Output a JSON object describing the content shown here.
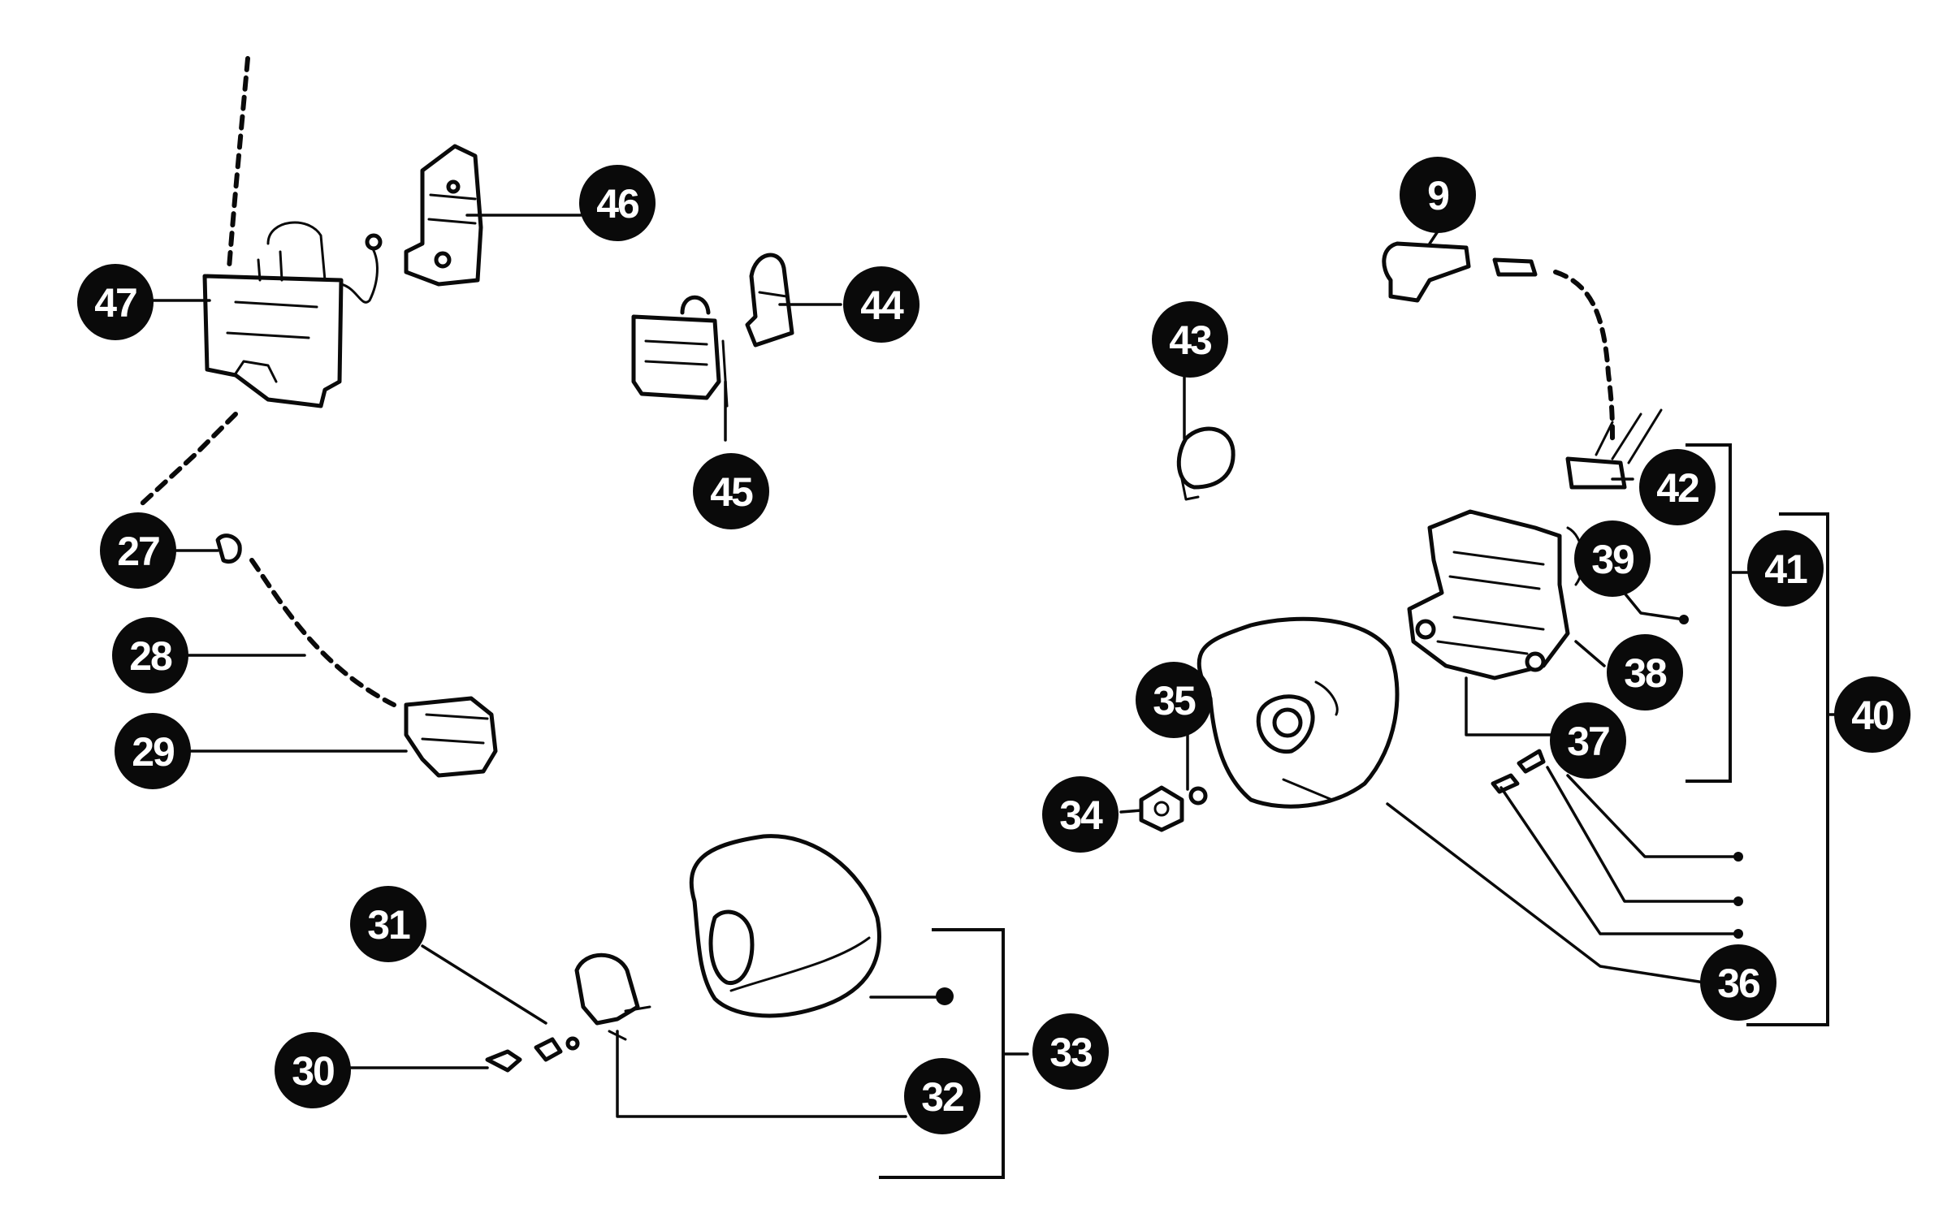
{
  "callouts": [
    {
      "id": "c47",
      "label": "47"
    },
    {
      "id": "c46",
      "label": "46"
    },
    {
      "id": "c44",
      "label": "44"
    },
    {
      "id": "c45",
      "label": "45"
    },
    {
      "id": "c43",
      "label": "43"
    },
    {
      "id": "c9",
      "label": "9"
    },
    {
      "id": "c42",
      "label": "42"
    },
    {
      "id": "c41",
      "label": "41"
    },
    {
      "id": "c39",
      "label": "39"
    },
    {
      "id": "c40",
      "label": "40"
    },
    {
      "id": "c38",
      "label": "38"
    },
    {
      "id": "c37",
      "label": "37"
    },
    {
      "id": "c35",
      "label": "35"
    },
    {
      "id": "c34",
      "label": "34"
    },
    {
      "id": "c36",
      "label": "36"
    },
    {
      "id": "c27",
      "label": "27"
    },
    {
      "id": "c28",
      "label": "28"
    },
    {
      "id": "c29",
      "label": "29"
    },
    {
      "id": "c31",
      "label": "31"
    },
    {
      "id": "c30",
      "label": "30"
    },
    {
      "id": "c32",
      "label": "32"
    },
    {
      "id": "c33",
      "label": "33"
    }
  ]
}
